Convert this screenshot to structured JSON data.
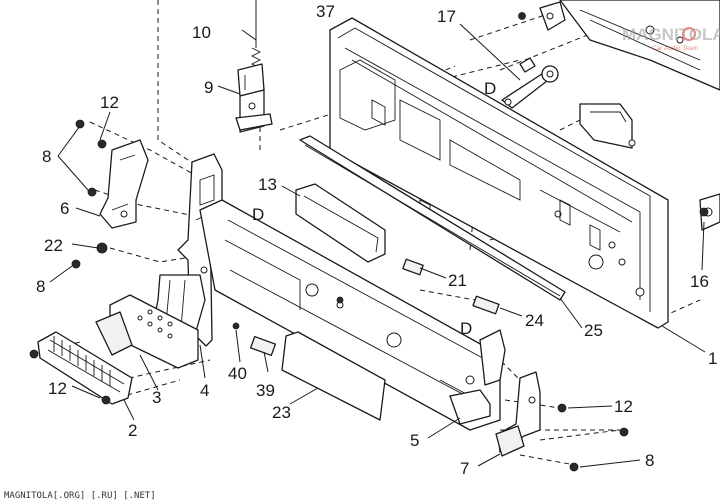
{
  "watermark": {
    "brand": "MAGNITOLA",
    "subtitle": "Car Audio Team",
    "accent": "#d6281e",
    "footer": "MAGNITOLA[.ORG] [.RU] [.NET]"
  },
  "callouts": {
    "c37": "37",
    "c17": "17",
    "c10": "10",
    "c9": "9",
    "c12a": "12",
    "c8a": "8",
    "c6": "6",
    "c22": "22",
    "c8b": "8",
    "c13": "13",
    "c21": "21",
    "c24": "24",
    "c25": "25",
    "c16": "16",
    "c1": "1",
    "c3": "3",
    "c4": "4",
    "c40": "40",
    "c39": "39",
    "c23": "23",
    "c12b": "12",
    "c2": "2",
    "c5": "5",
    "c12c": "12",
    "c7": "7",
    "c8c": "8"
  },
  "direction_marks": {
    "d1": "D",
    "d2": "D",
    "d3": "D"
  }
}
